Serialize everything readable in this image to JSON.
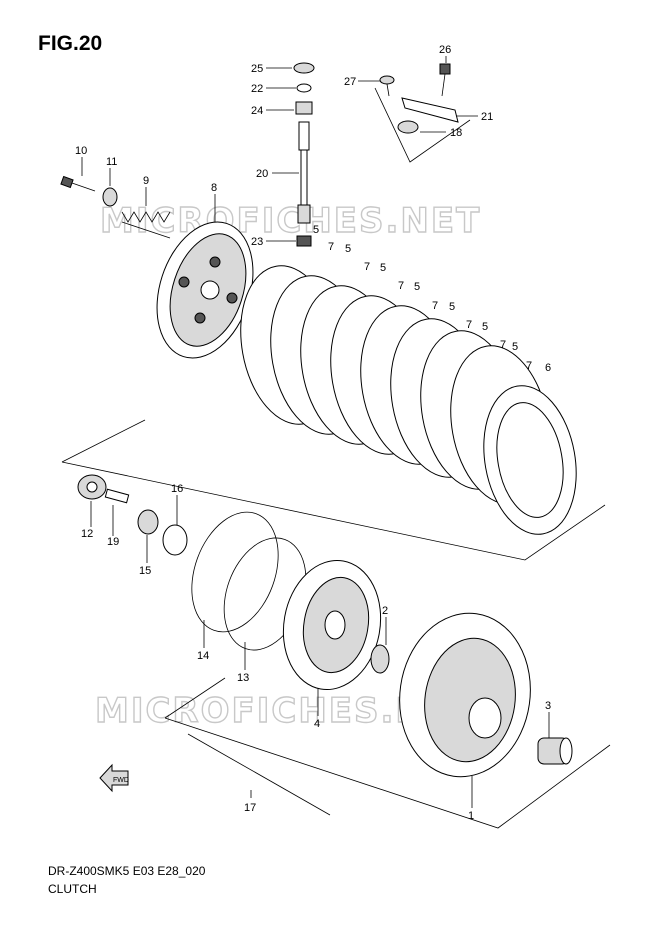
{
  "figure": {
    "title": "FIG.20",
    "model_code": "DR-Z400SMK5 E03 E28_020",
    "section_name": "CLUTCH",
    "watermark": "MICROFICHES.NET",
    "fwd_label": "FWD"
  },
  "callouts": [
    {
      "id": "c1",
      "num": "1"
    },
    {
      "id": "c2",
      "num": "2"
    },
    {
      "id": "c3",
      "num": "3"
    },
    {
      "id": "c4",
      "num": "4"
    },
    {
      "id": "c5a",
      "num": "5"
    },
    {
      "id": "c5b",
      "num": "5"
    },
    {
      "id": "c5c",
      "num": "5"
    },
    {
      "id": "c5d",
      "num": "5"
    },
    {
      "id": "c5e",
      "num": "5"
    },
    {
      "id": "c5f",
      "num": "5"
    },
    {
      "id": "c5g",
      "num": "5"
    },
    {
      "id": "c5h",
      "num": "5"
    },
    {
      "id": "c6",
      "num": "6"
    },
    {
      "id": "c7a",
      "num": "7"
    },
    {
      "id": "c7b",
      "num": "7"
    },
    {
      "id": "c7c",
      "num": "7"
    },
    {
      "id": "c7d",
      "num": "7"
    },
    {
      "id": "c7e",
      "num": "7"
    },
    {
      "id": "c7f",
      "num": "7"
    },
    {
      "id": "c7g",
      "num": "7"
    },
    {
      "id": "c8",
      "num": "8"
    },
    {
      "id": "c9",
      "num": "9"
    },
    {
      "id": "c10",
      "num": "10"
    },
    {
      "id": "c11",
      "num": "11"
    },
    {
      "id": "c12",
      "num": "12"
    },
    {
      "id": "c13",
      "num": "13"
    },
    {
      "id": "c14",
      "num": "14"
    },
    {
      "id": "c15",
      "num": "15"
    },
    {
      "id": "c16",
      "num": "16"
    },
    {
      "id": "c17",
      "num": "17"
    },
    {
      "id": "c18",
      "num": "18"
    },
    {
      "id": "c19",
      "num": "19"
    },
    {
      "id": "c20",
      "num": "20"
    },
    {
      "id": "c21",
      "num": "21"
    },
    {
      "id": "c22",
      "num": "22"
    },
    {
      "id": "c23",
      "num": "23"
    },
    {
      "id": "c24",
      "num": "24"
    },
    {
      "id": "c25",
      "num": "25"
    },
    {
      "id": "c26",
      "num": "26"
    },
    {
      "id": "c27",
      "num": "27"
    }
  ]
}
